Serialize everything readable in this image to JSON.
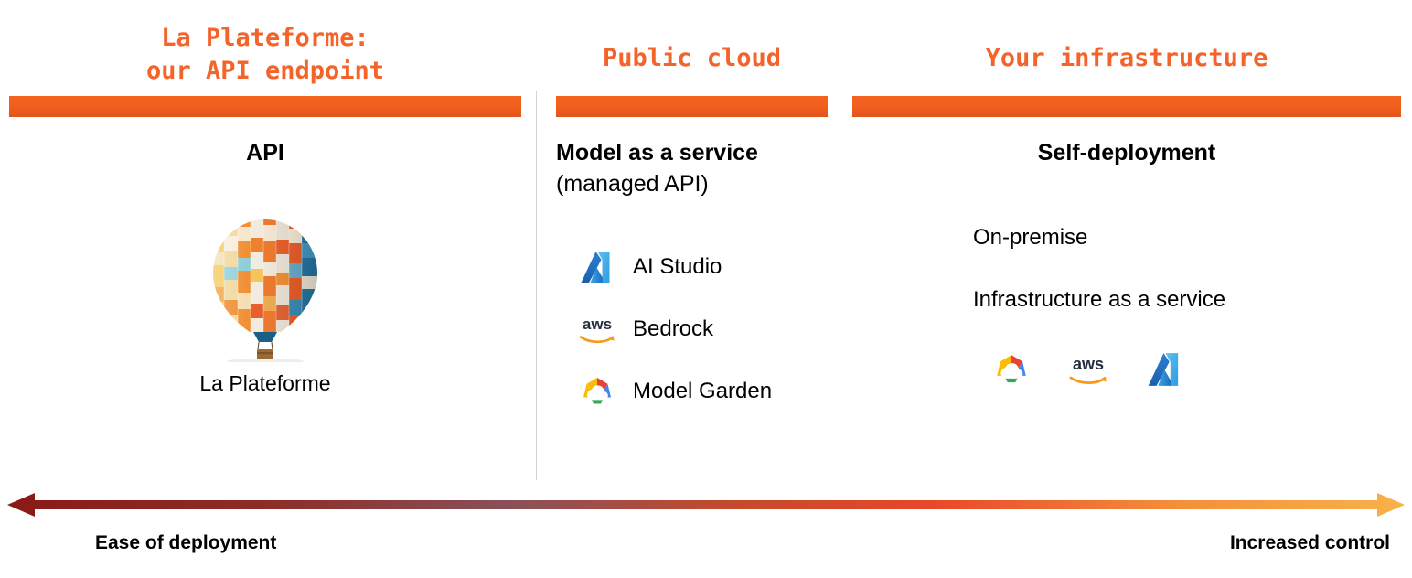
{
  "columns": [
    {
      "heading": "La Plateforme:\nour API endpoint",
      "title": "API",
      "subtitle": "",
      "balloon_caption": "La Plateforme",
      "balloon_icon": "hot-air-balloon-icon"
    },
    {
      "heading": "Public cloud",
      "title": "Model as a service",
      "subtitle": "(managed API)",
      "services": [
        {
          "label": "AI Studio",
          "logo": "azure-logo-icon"
        },
        {
          "label": "Bedrock",
          "logo": "aws-logo-icon"
        },
        {
          "label": "Model Garden",
          "logo": "google-cloud-logo-icon"
        }
      ]
    },
    {
      "heading": "Your infrastructure",
      "title": "Self-deployment",
      "subtitle": "",
      "lines": [
        "On-premise",
        "Infrastructure as a service"
      ],
      "logos": [
        "google-cloud-logo-icon",
        "aws-logo-icon",
        "azure-logo-icon"
      ]
    }
  ],
  "axis": {
    "left_label": "Ease of deployment",
    "right_label": "Increased control",
    "left_color": "#8a1a17",
    "mid_color": "#e8472a",
    "right_color": "#f7a93e"
  },
  "colors": {
    "accent_orange": "#f4632a",
    "bar_orange": "#f0601e",
    "divider_gray": "#d4d4d4",
    "text_black": "#000000",
    "azure_blue": "#2a7fd4",
    "aws_dark": "#232f3e",
    "aws_orange": "#f7991c",
    "gcp_red": "#ea4335",
    "gcp_yellow": "#fbbc05",
    "gcp_green": "#34a853",
    "gcp_blue": "#4285f4"
  }
}
